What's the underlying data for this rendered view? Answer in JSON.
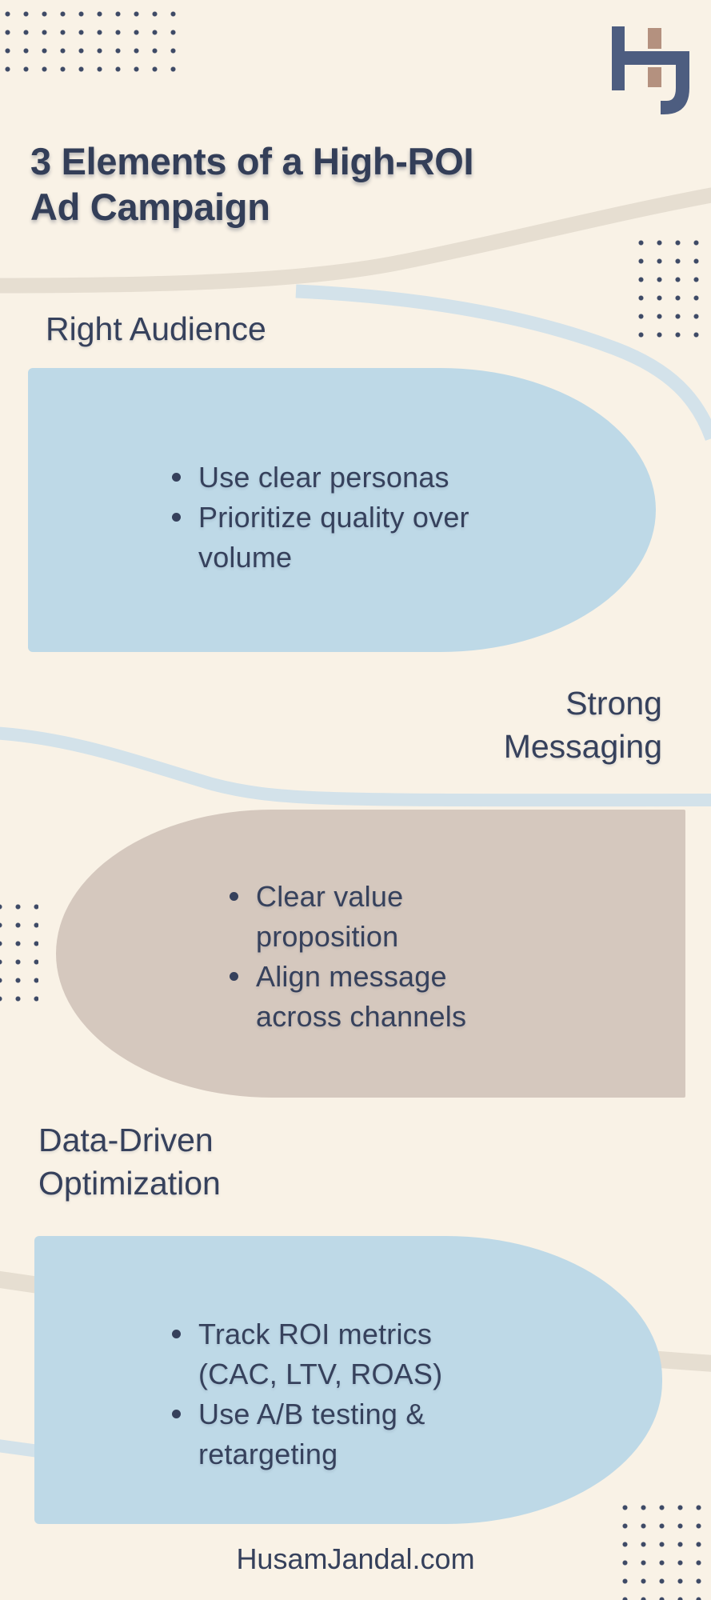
{
  "colors": {
    "bg": "#f9f2e6",
    "ink": "#36415c",
    "title": "#333e58",
    "card_blue": "#bed9e7",
    "card_tan": "#d5c8be",
    "curve_beige": "#e6ded1",
    "curve_blue": "#d3e2ea",
    "logo_navy": "#4d5d80",
    "logo_tan": "#b4917f",
    "dots": "#3e4a66"
  },
  "header": {
    "title_line1": "3 Elements of a High-ROI",
    "title_line2": "Ad Campaign"
  },
  "brand": {
    "monogram": "HJ"
  },
  "sections": [
    {
      "heading": "Right Audience",
      "bullets": [
        "Use clear personas",
        "Prioritize quality over volume"
      ]
    },
    {
      "heading": "Strong Messaging",
      "bullets": [
        "Clear value proposition",
        "Align message across channels"
      ]
    },
    {
      "heading": "Data-Driven Optimization",
      "bullets": [
        "Track ROI metrics (CAC, LTV, ROAS)",
        "Use A/B testing & retargeting"
      ]
    }
  ],
  "footer": {
    "text": "HusamJandal.com"
  }
}
